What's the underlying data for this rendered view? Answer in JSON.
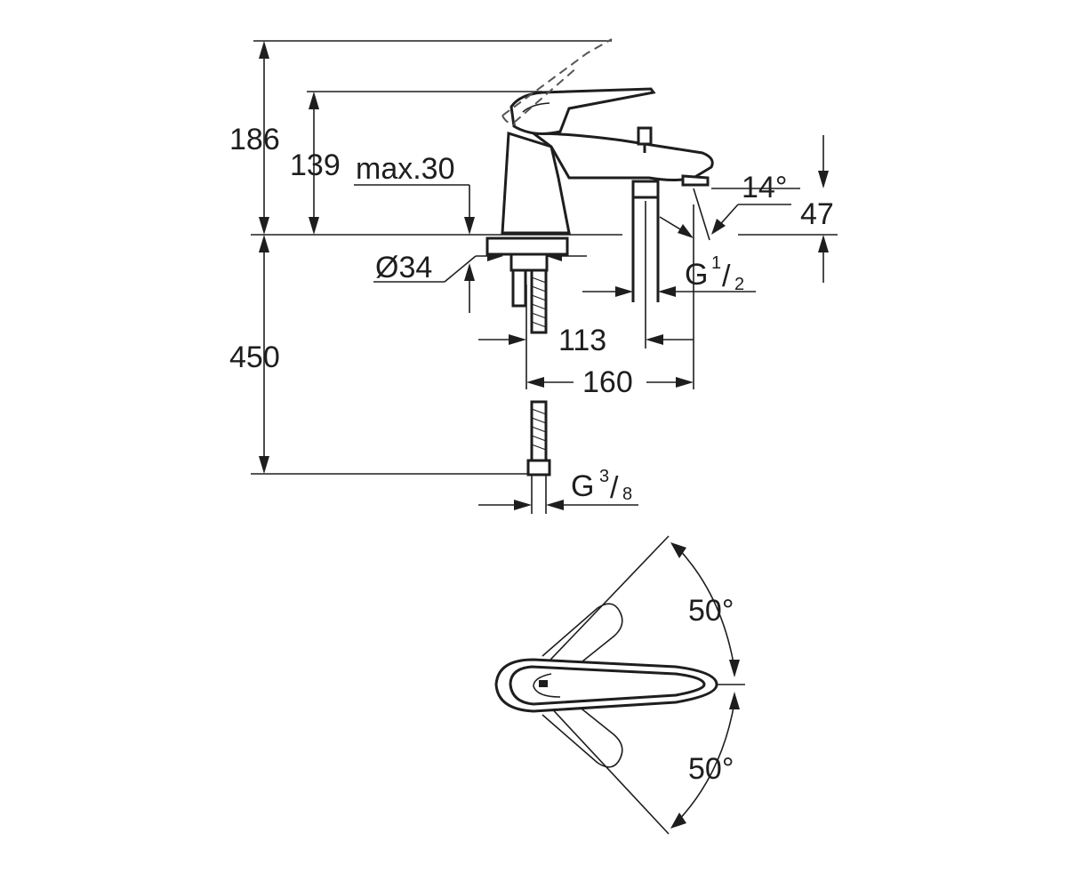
{
  "dimensions": {
    "total_height_lever_open": "186",
    "height_to_lever": "139",
    "max_deck_thickness": "max.30",
    "hole_diameter": "Ø34",
    "hose_length": "450",
    "spout_angle": "14°",
    "spout_height": "47",
    "outlet_thread": "G",
    "outlet_thread_num": "1",
    "outlet_thread_den": "2",
    "spout_reach": "113",
    "overall_reach": "160",
    "inlet_thread": "G",
    "inlet_thread_num": "3",
    "inlet_thread_den": "8",
    "lever_rotation_left": "50°",
    "lever_rotation_right": "50°"
  },
  "colors": {
    "line": "#1e1e1e",
    "background": "#ffffff"
  }
}
